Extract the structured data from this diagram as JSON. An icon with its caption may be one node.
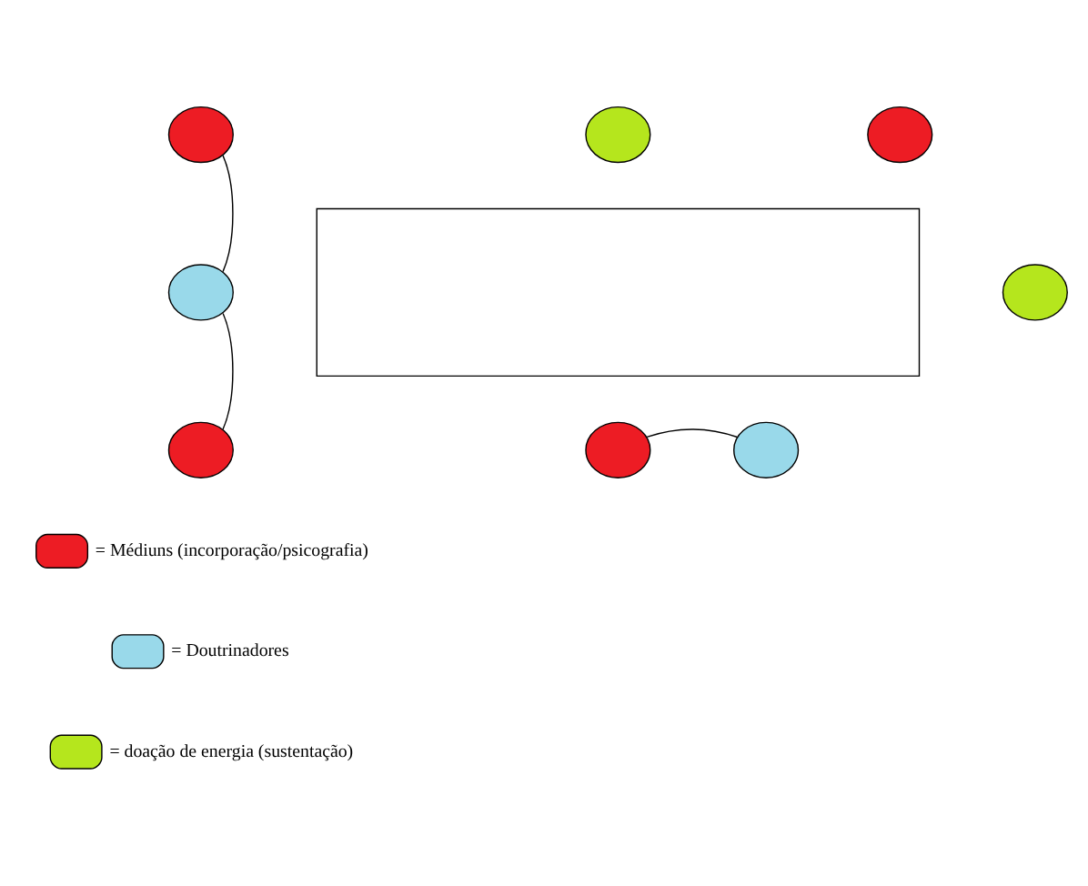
{
  "diagram": {
    "nodes": [
      {
        "text": [],
        "shape": "circle"
      },
      {
        "text": [],
        "shape": "circle"
      },
      {
        "text": [],
        "shape": "circle"
      },
      {
        "text": [],
        "shape": "box"
      },
      {
        "text": [],
        "shape": "circle"
      },
      {
        "text": [],
        "shape": "circle"
      },
      {
        "text": [],
        "shape": "circle"
      },
      {
        "text": [],
        "shape": "circle"
      },
      {
        "text": [],
        "shape": "circle"
      }
    ],
    "edges": [
      {
        "from": 4,
        "to": 0,
        "arrow": "none"
      },
      {
        "from": 4,
        "to": 6,
        "arrow": "none"
      },
      {
        "from": 7,
        "to": 8,
        "arrow": "none"
      }
    ],
    "legend": [
      {
        "text": "= Médiuns (incorporação/psicografia)",
        "color": "#ed1c24"
      },
      {
        "text": "= Doutrinadores",
        "color": "#99d9ea"
      },
      {
        "text": "= doação de energia (sustentação)",
        "color": "#b5e61d"
      }
    ]
  }
}
